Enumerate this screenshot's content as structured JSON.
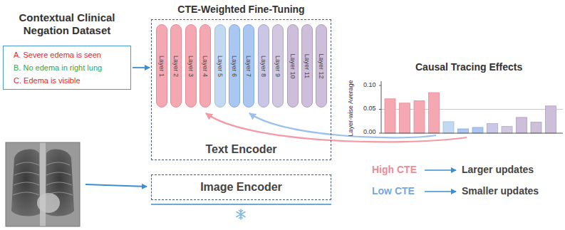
{
  "diagram": {
    "nodes": [
      {
        "text": [
          "Contextual Clinical Negation Dataset",
          "A. Severe edema is seen",
          "B. No edema in right lung",
          "C. Edema is visible"
        ]
      },
      {
        "text": [
          "CTE-Weighted Fine-Tuning",
          "Text Encoder"
        ]
      },
      {
        "text": [
          "Layer 1"
        ],
        "in": 1
      },
      {
        "text": [
          "Layer 2"
        ],
        "in": 1
      },
      {
        "text": [
          "Layer 3"
        ],
        "in": 1
      },
      {
        "text": [
          "Layer 4"
        ],
        "in": 1
      },
      {
        "text": [
          "Layer 5"
        ],
        "in": 1
      },
      {
        "text": [
          "Layer 6"
        ],
        "in": 1
      },
      {
        "text": [
          "Layer 7"
        ],
        "in": 1
      },
      {
        "text": [
          "Layer 8"
        ],
        "in": 1
      },
      {
        "text": [
          "Layer 9"
        ],
        "in": 1
      },
      {
        "text": [
          "Layer 10"
        ],
        "in": 1
      },
      {
        "text": [
          "Layer 11"
        ],
        "in": 1
      },
      {
        "text": [
          "Layer 12"
        ],
        "in": 1
      },
      {
        "text": [
          "Image Encoder"
        ]
      }
    ],
    "edges": [
      {
        "from": 0,
        "to": 1,
        "arrow": "to"
      }
    ],
    "labels": [
      "Causal Tracing Effects",
      "Layer-wise Average",
      "0.10",
      "0.05",
      "0.00",
      "High CTE",
      "Larger updates",
      "Low CTE",
      "Smaller updates"
    ]
  }
}
